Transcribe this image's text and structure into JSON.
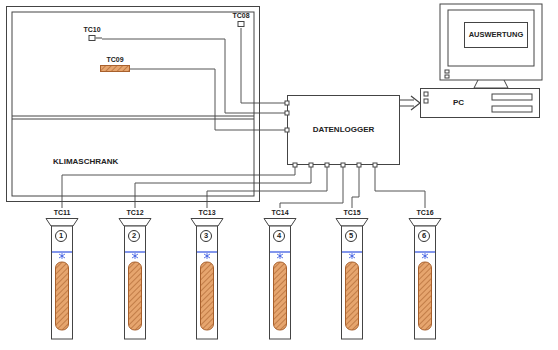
{
  "diagram": {
    "nodes": [
      {
        "text": [
          "KLIMASCHRANK"
        ]
      },
      {
        "text": [
          "TC10"
        ],
        "in": 0
      },
      {
        "text": [
          "TC09"
        ],
        "in": 0
      },
      {
        "text": [
          "TC08"
        ]
      },
      {
        "text": [
          "AUSWERTUNG"
        ]
      },
      {
        "text": [
          "DATENLOGGER"
        ]
      },
      {
        "text": [
          "PC"
        ]
      },
      {
        "text": [
          "TC11",
          "1"
        ]
      },
      {
        "text": [
          "TC12",
          "2"
        ]
      },
      {
        "text": [
          "TC13",
          "3"
        ]
      },
      {
        "text": [
          "TC14",
          "4"
        ]
      },
      {
        "text": [
          "TC15",
          "5"
        ]
      },
      {
        "text": [
          "TC16",
          "6"
        ]
      }
    ],
    "edges": [
      {
        "from": 1,
        "to": 5,
        "arrow": "none"
      },
      {
        "from": 2,
        "to": 5,
        "arrow": "none"
      },
      {
        "from": 3,
        "to": 5,
        "arrow": "none"
      },
      {
        "from": 5,
        "to": 6,
        "arrow": "to"
      },
      {
        "from": 5,
        "to": 7,
        "arrow": "none"
      },
      {
        "from": 5,
        "to": 8,
        "arrow": "none"
      },
      {
        "from": 5,
        "to": 9,
        "arrow": "none"
      },
      {
        "from": 5,
        "to": 10,
        "arrow": "none"
      },
      {
        "from": 5,
        "to": 11,
        "arrow": "none"
      },
      {
        "from": 5,
        "to": 12,
        "arrow": "none"
      }
    ]
  }
}
